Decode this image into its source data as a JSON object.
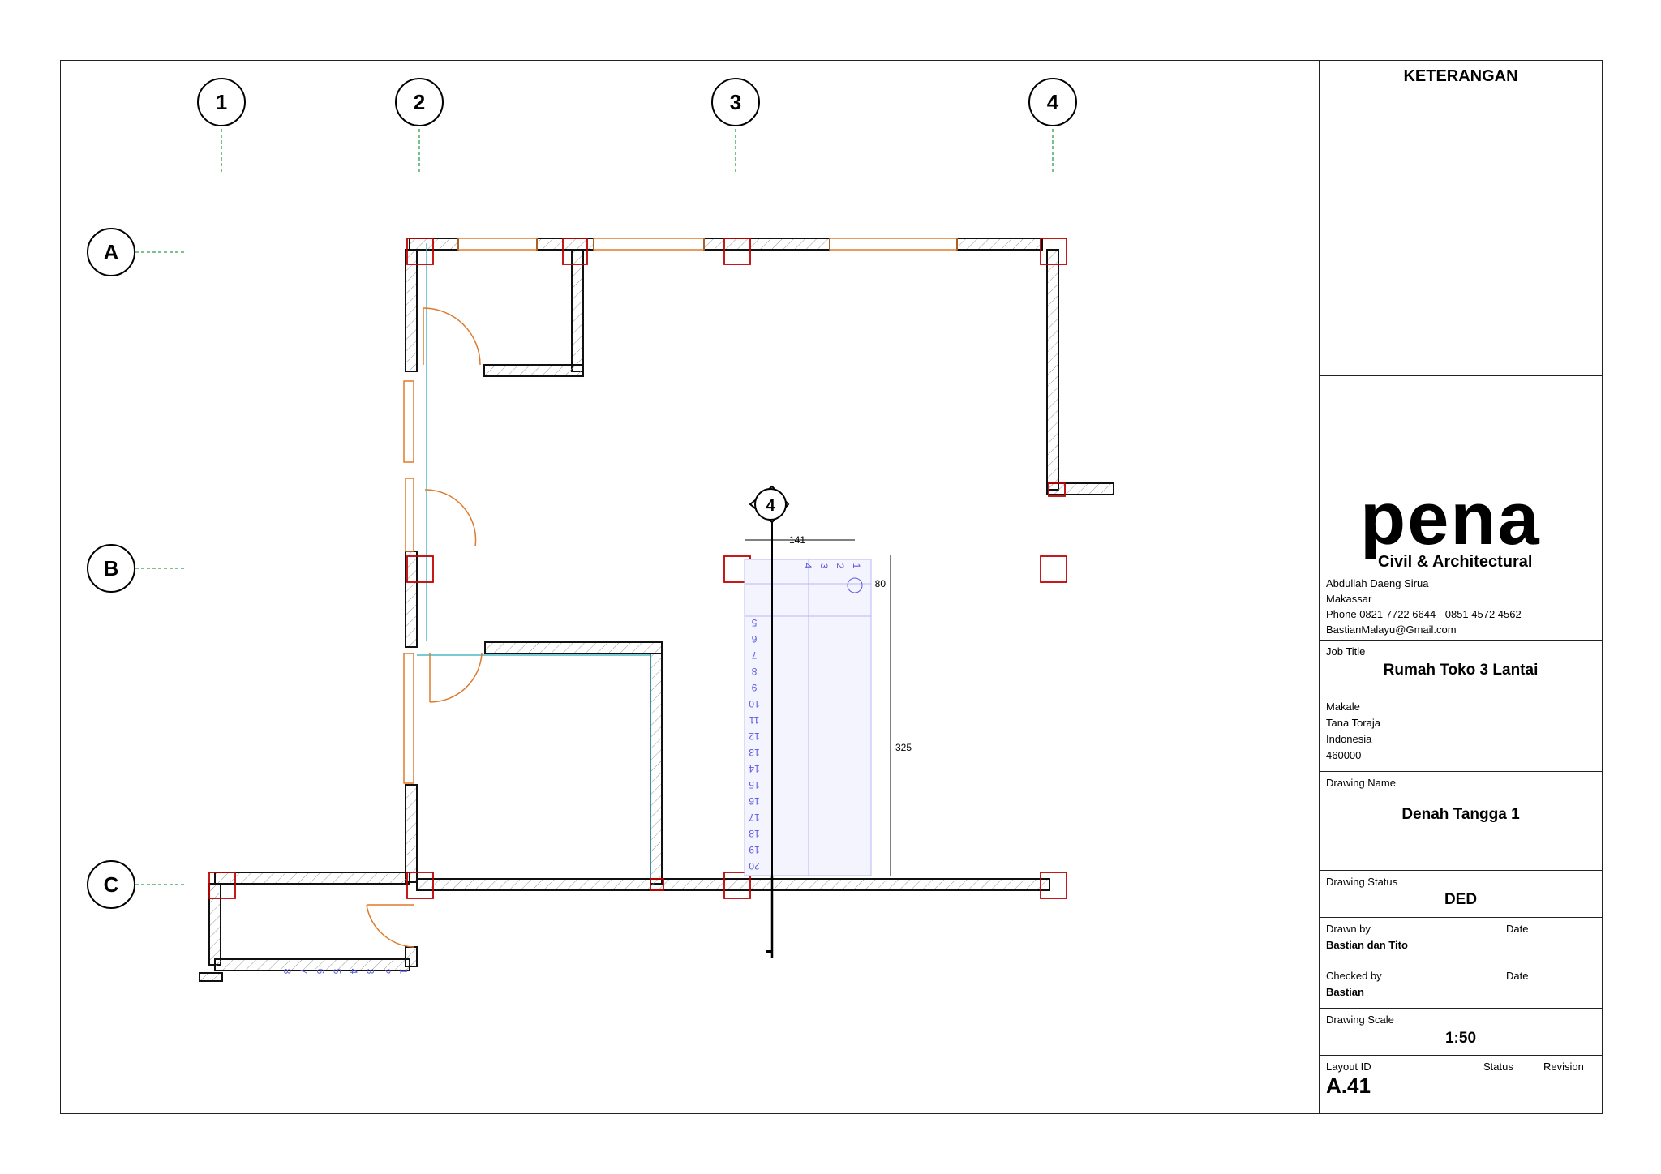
{
  "grid": {
    "columns": [
      "1",
      "2",
      "3",
      "4"
    ],
    "rows": [
      "A",
      "B",
      "C"
    ]
  },
  "section_marker": "4",
  "dimensions": {
    "top": "141",
    "first_flight": "80",
    "main_run": "325"
  },
  "stair_steps": {
    "upper_flight": [
      "4",
      "3",
      "2",
      "1"
    ],
    "main_flight": [
      "5",
      "6",
      "7",
      "8",
      "9",
      "10",
      "11",
      "12",
      "13",
      "14",
      "15",
      "16",
      "17",
      "18",
      "19",
      "20"
    ],
    "lower_flight": [
      "8",
      "7",
      "6",
      "5",
      "4",
      "3",
      "2",
      "1"
    ]
  },
  "title_block": {
    "header": "KETERANGAN",
    "logo": "pena",
    "logo_tagline": "Civil & Architectural",
    "company_lines": [
      "Abdullah Daeng Sirua",
      "Makassar",
      "Phone 0821 7722 6644 - 0851 4572 4562",
      "BastianMalayu@Gmail.com"
    ],
    "job_title_label": "Job Title",
    "job_title": "Rumah Toko 3 Lantai",
    "location_lines": [
      "Makale",
      "Tana Toraja",
      "Indonesia",
      "460000"
    ],
    "drawing_name_label": "Drawing Name",
    "drawing_name": "Denah Tangga 1",
    "drawing_status_label": "Drawing Status",
    "drawing_status": "DED",
    "drawn_by_label": "Drawn by",
    "drawn_by": "Bastian dan Tito",
    "date_label": "Date",
    "checked_by_label": "Checked by",
    "checked_by": "Bastian",
    "drawing_scale_label": "Drawing Scale",
    "drawing_scale": "1:50",
    "layout_id_label": "Layout ID",
    "layout_id": "A.41",
    "status_label": "Status",
    "revision_label": "Revision"
  },
  "colors": {
    "wall": "#111111",
    "column": "#c00000",
    "door": "#e07a2a",
    "window": "#4fb8c8",
    "stair": "#5a5ae0",
    "grid_line": "#2e9e4a"
  }
}
